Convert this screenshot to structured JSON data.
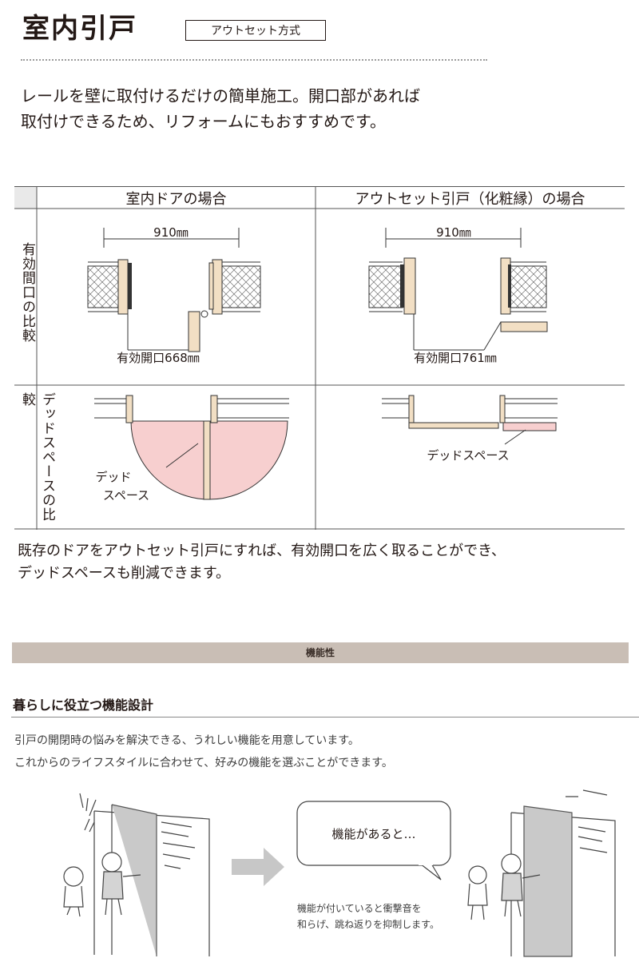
{
  "header": {
    "title": "室内引戸",
    "badge": "アウトセット方式"
  },
  "intro": {
    "line1": "レールを壁に取付けるだけの簡単施工。開口部があれば",
    "line2": "取付けできるため、リフォームにもおすすめです。"
  },
  "comparison": {
    "col_headers": [
      "室内ドアの場合",
      "アウトセット引戸（化粧縁）の場合"
    ],
    "row_labels": [
      "有効間口の比較",
      "デッドスペースの比較"
    ],
    "left_width": "910㎜",
    "left_opening": "有効開口668㎜",
    "right_width": "910㎜",
    "right_opening": "有効開口761㎜",
    "left_dead_label_1": "デッド",
    "left_dead_label_2": "スペース",
    "right_dead_label": "デッドスペース"
  },
  "note": {
    "line1": "既存のドアをアウトセット引戸にすれば、有効開口を広く取ることができ、",
    "line2": "デッドスペースも削減できます。"
  },
  "section": {
    "bar_label": "機能性",
    "heading": "暮らしに役立つ機能設計",
    "text1": "引戸の開閉時の悩みを解決できる、うれしい機能を用意しています。",
    "text2": "これからのライフスタイルに合わせて、好みの機能を選ぶことができます。"
  },
  "illustration": {
    "bubble": "機能があると…",
    "caption1": "機能が付いていると衝撃音を",
    "caption2": "和らげ、跳ね返りを抑制します。"
  },
  "colors": {
    "dead_space": "#f7cfcf",
    "wood": "#f2dfc4",
    "section_bar": "#c9beb5"
  }
}
